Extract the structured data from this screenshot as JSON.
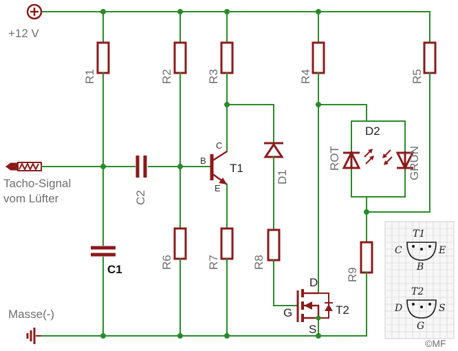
{
  "supply": {
    "label": "+12 V",
    "symbol": "⊕"
  },
  "ground": {
    "label": "Masse(-)"
  },
  "input": {
    "line1": "Tacho-Signal",
    "line2": "vom Lüfter"
  },
  "resistors": {
    "r1": "R1",
    "r2": "R2",
    "r3": "R3",
    "r4": "R4",
    "r5": "R5",
    "r6": "R6",
    "r7": "R7",
    "r8": "R8",
    "r9": "R9"
  },
  "capacitors": {
    "c1": "C1",
    "c2": "C2"
  },
  "transistor1": {
    "name": "T1",
    "b": "B",
    "c": "C",
    "e": "E"
  },
  "transistor2": {
    "name": "T2",
    "d": "D",
    "g": "G",
    "s": "S"
  },
  "diode1": {
    "name": "D1"
  },
  "led_pair": {
    "name": "D2",
    "left": "ROT",
    "right": "GRUN"
  },
  "pinout": {
    "t1_name": "T1",
    "t1_c": "C",
    "t1_e": "E",
    "t1_b": "B",
    "t2_name": "T2",
    "t2_d": "D",
    "t2_s": "S",
    "t2_g": "G"
  },
  "copyright": "©MF"
}
